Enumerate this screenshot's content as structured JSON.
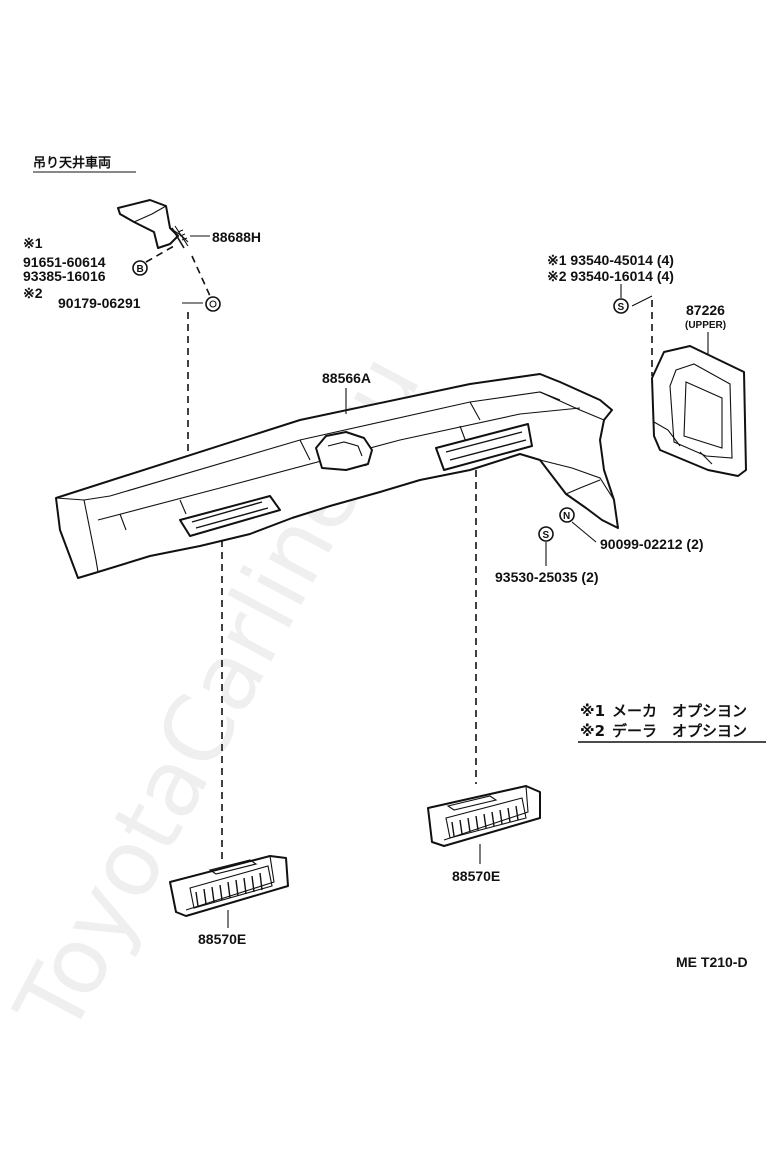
{
  "header": {
    "title_jp": "吊り天井車両"
  },
  "labels": {
    "bracket_part": "88688H",
    "opt1_mark": "※1",
    "opt1_part": "91651-60614",
    "opt2_part": "93385-16016",
    "opt2_mark": "※2",
    "nut_part": "90179-06291",
    "right_screw1": "※1 93540-45014 (4)",
    "right_screw2": "※2 93540-16014 (4)",
    "cover_part": "87226",
    "cover_note": "(UPPER)",
    "console_part": "88566A",
    "clip_part": "90099-02212 (2)",
    "screw_part": "93530-25035 (2)",
    "register_left": "88570E",
    "register_right": "88570E"
  },
  "icons": {
    "b_circle": "B",
    "s_circle": "S",
    "n_circle": "N"
  },
  "legend": {
    "line1_mark": "※1",
    "line1_text": "メーカ　オプシヨン",
    "line2_mark": "※2",
    "line2_text": "デーラ　オプシヨン"
  },
  "footer": {
    "code": "ME T210-D"
  },
  "watermark": {
    "text": "ToyotaCarline.ru"
  }
}
